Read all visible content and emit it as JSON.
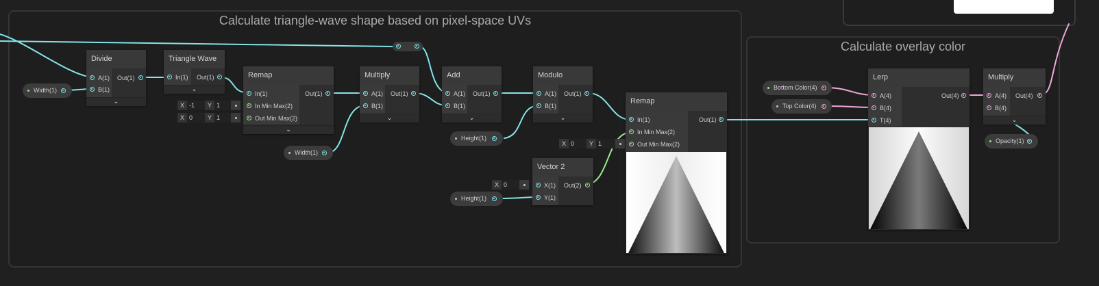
{
  "groups": {
    "triangle": {
      "title": "Calculate triangle-wave shape based on pixel-space UVs"
    },
    "overlay": {
      "title": "Calculate overlay color"
    }
  },
  "nodes": {
    "divide": {
      "title": "Divide",
      "in_a": "A(1)",
      "in_b": "B(1)",
      "out": "Out(1)"
    },
    "triangle_wave": {
      "title": "Triangle Wave",
      "in": "In(1)",
      "out": "Out(1)"
    },
    "remap1": {
      "title": "Remap",
      "in": "In(1)",
      "in_min_max": "In Min Max(2)",
      "out_min_max": "Out Min Max(2)",
      "out": "Out(1)"
    },
    "multiply1": {
      "title": "Multiply",
      "in_a": "A(1)",
      "in_b": "B(1)",
      "out": "Out(1)"
    },
    "add": {
      "title": "Add",
      "in_a": "A(1)",
      "in_b": "B(1)",
      "out": "Out(1)"
    },
    "modulo": {
      "title": "Modulo",
      "in_a": "A(1)",
      "in_b": "B(1)",
      "out": "Out(1)"
    },
    "vector2": {
      "title": "Vector 2",
      "in_x": "X(1)",
      "in_y": "Y(1)",
      "out": "Out(2)"
    },
    "remap2": {
      "title": "Remap",
      "in": "In(1)",
      "in_min_max": "In Min Max(2)",
      "out_min_max": "Out Min Max(2)",
      "out": "Out(1)"
    },
    "lerp": {
      "title": "Lerp",
      "in_a": "A(4)",
      "in_b": "B(4)",
      "in_t": "T(4)",
      "out": "Out(4)"
    },
    "multiply2": {
      "title": "Multiply",
      "in_a": "A(4)",
      "in_b": "B(4)",
      "out": "Out(4)"
    }
  },
  "fields": {
    "remap1_in_min_max": {
      "x_label": "X",
      "x": "-1",
      "y_label": "Y",
      "y": "1"
    },
    "remap1_out_min_max": {
      "x_label": "X",
      "x": "0",
      "y_label": "Y",
      "y": "1"
    },
    "remap2_out_min_max": {
      "x_label": "X",
      "x": "0",
      "y_label": "Y",
      "y": "1"
    },
    "vector2_x": {
      "label": "X",
      "value": "0"
    }
  },
  "properties": {
    "width_1": "Width(1)",
    "width_2": "Width(1)",
    "height_1": "Height(1)",
    "height_2": "Height(1)",
    "bottom_color": "Bottom Color(4)",
    "top_color": "Top Color(4)",
    "opacity": "Opacity(1)"
  },
  "colors": {
    "float_port": "#84e4e7",
    "vector2_port": "#9cea8e",
    "vector4_port": "#f0a8d8",
    "canvas": "#202020"
  }
}
